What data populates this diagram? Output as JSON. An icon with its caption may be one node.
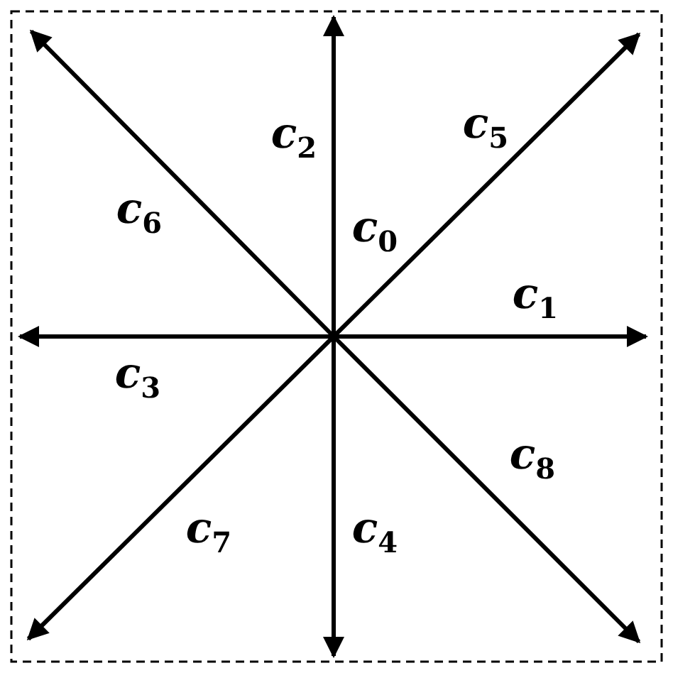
{
  "diagram": {
    "labels": [
      "*c*$_{2}$",
      "*c*$_{5}$",
      "*c*$_{6}$",
      "*c*$_{0}$",
      "*c*$_{1}$",
      "*c*$_{3}$",
      "*c*$_{8}$",
      "*c*$_{7}$",
      "*c*$_{4}$"
    ]
  }
}
